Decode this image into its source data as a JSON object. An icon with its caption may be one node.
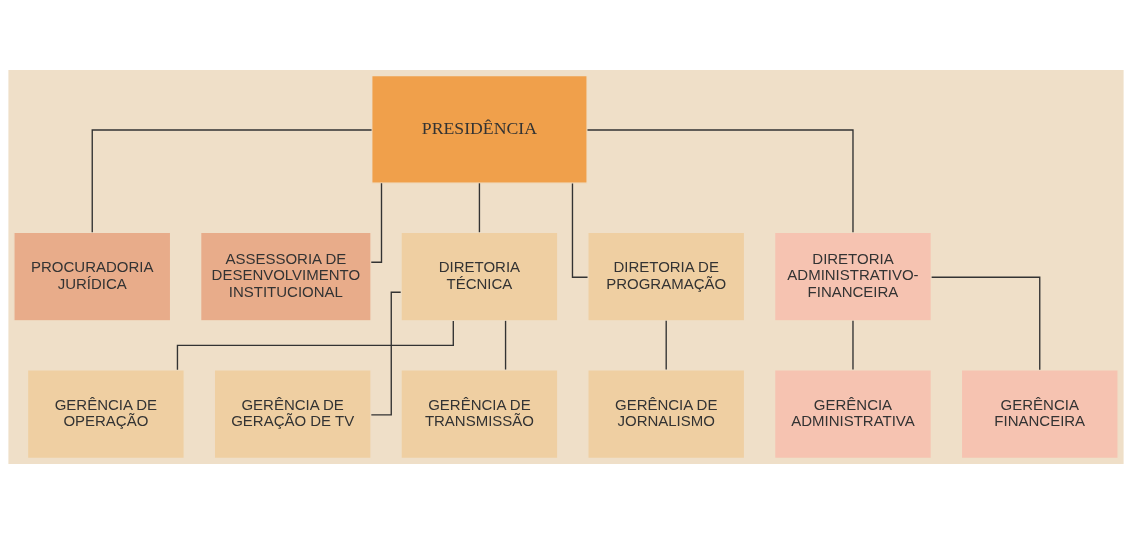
{
  "diagram": {
    "nodes": [
      {
        "text": [
          "PRESIDÊNCIA"
        ]
      },
      {
        "text": [
          "PROCURADORIA JURÍDICA"
        ]
      },
      {
        "text": [
          "ASSESSORIA DE DESENVOLVIMENTO INSTITUCIONAL"
        ]
      },
      {
        "text": [
          "DIRETORIA TÉCNICA"
        ]
      },
      {
        "text": [
          "DIRETORIA DE PROGRAMAÇÃO"
        ]
      },
      {
        "text": [
          "DIRETORIA ADMINISTRATIVO-FINANCEIRA"
        ]
      },
      {
        "text": [
          "GERÊNCIA DE OPERAÇÃO"
        ]
      },
      {
        "text": [
          "GERÊNCIA DE GERAÇÃO DE TV"
        ]
      },
      {
        "text": [
          "GERÊNCIA DE TRANSMISSÃO"
        ]
      },
      {
        "text": [
          "GERÊNCIA DE JORNALISMO"
        ]
      },
      {
        "text": [
          "GERÊNCIA ADMINISTRATIVA"
        ]
      },
      {
        "text": [
          "GERÊNCIA FINANCEIRA"
        ]
      }
    ],
    "edges": [
      {
        "from": 0,
        "to": 1,
        "arrow": "none"
      },
      {
        "from": 0,
        "to": 2,
        "arrow": "none"
      },
      {
        "from": 0,
        "to": 3,
        "arrow": "none"
      },
      {
        "from": 0,
        "to": 4,
        "arrow": "none"
      },
      {
        "from": 0,
        "to": 5,
        "arrow": "none"
      },
      {
        "from": 3,
        "to": 6,
        "arrow": "none"
      },
      {
        "from": 3,
        "to": 7,
        "arrow": "none"
      },
      {
        "from": 3,
        "to": 8,
        "arrow": "none"
      },
      {
        "from": 4,
        "to": 9,
        "arrow": "none"
      },
      {
        "from": 5,
        "to": 10,
        "arrow": "none"
      },
      {
        "from": 5,
        "to": 11,
        "arrow": "none"
      }
    ]
  }
}
